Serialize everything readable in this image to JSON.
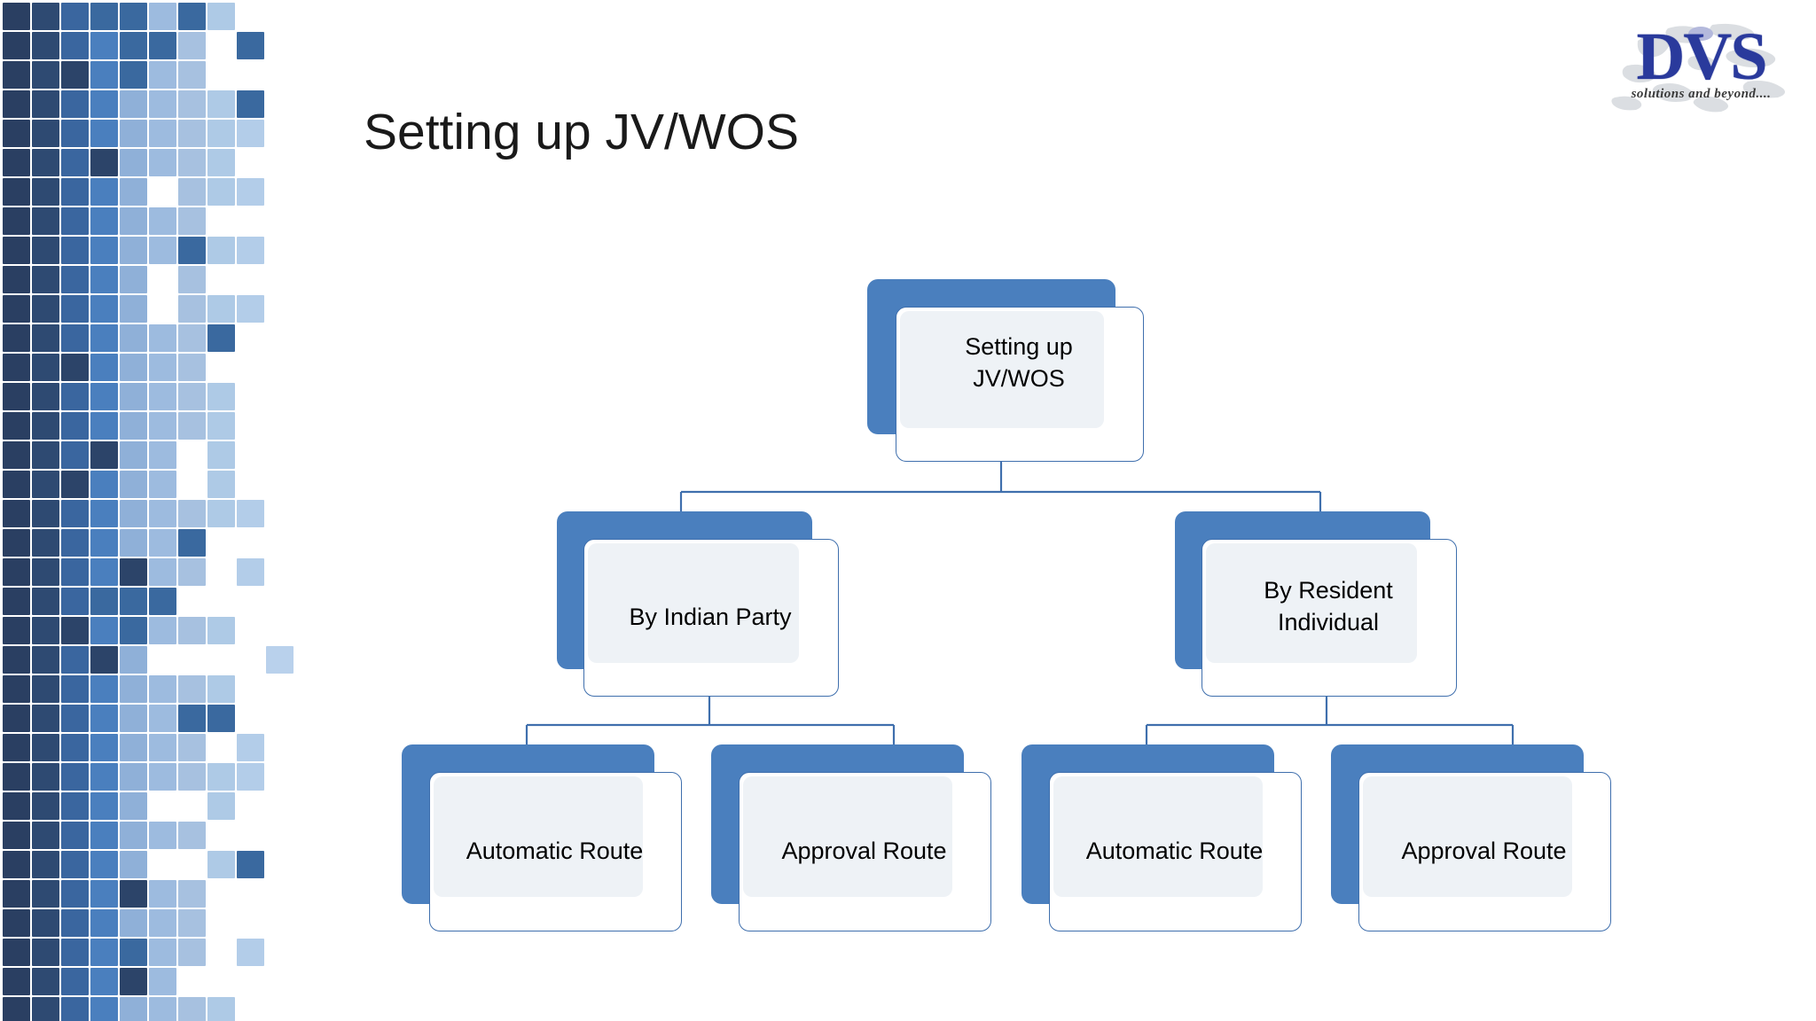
{
  "slide": {
    "title": "Setting up JV/WOS",
    "background_color": "#ffffff"
  },
  "logo": {
    "name": "DVS",
    "tagline": "solutions and beyond....",
    "color": "#2a3a9c"
  },
  "colors": {
    "accent_blue": "#4a7fbe",
    "border_blue": "#3f6fad",
    "inner_fill": "#eef2f6",
    "mosaic_dark": "#2c4469",
    "mosaic_mid": "#4a7fbe",
    "mosaic_light": "#a7c1e0",
    "text": "#000000"
  },
  "chart_data": {
    "type": "diagram",
    "diagram_type": "organization-tree",
    "title": "Setting up JV/WOS",
    "levels": 3,
    "nodes": [
      {
        "id": "root",
        "label": "Setting up\nJV/WOS",
        "level": 0,
        "parent": null
      },
      {
        "id": "indian",
        "label": "By Indian Party",
        "level": 1,
        "parent": "root"
      },
      {
        "id": "resident",
        "label": "By Resident\nIndividual",
        "level": 1,
        "parent": "root"
      },
      {
        "id": "ip-auto",
        "label": "Automatic Route",
        "level": 2,
        "parent": "indian"
      },
      {
        "id": "ip-appr",
        "label": "Approval Route",
        "level": 2,
        "parent": "indian"
      },
      {
        "id": "ri-auto",
        "label": "Automatic Route",
        "level": 2,
        "parent": "resident"
      },
      {
        "id": "ri-appr",
        "label": "Approval Route",
        "level": 2,
        "parent": "resident"
      }
    ],
    "edges": [
      {
        "from": "root",
        "to": "indian"
      },
      {
        "from": "root",
        "to": "resident"
      },
      {
        "from": "indian",
        "to": "ip-auto"
      },
      {
        "from": "indian",
        "to": "ip-appr"
      },
      {
        "from": "resident",
        "to": "ri-auto"
      },
      {
        "from": "resident",
        "to": "ri-appr"
      }
    ]
  },
  "nodes": {
    "root": {
      "label": "Setting up\nJV/WOS"
    },
    "indian": {
      "label": "By Indian Party"
    },
    "resident": {
      "label": "By Resident\nIndividual"
    },
    "ip_auto": {
      "label": "Automatic Route"
    },
    "ip_appr": {
      "label": "Approval Route"
    },
    "ri_auto": {
      "label": "Automatic Route"
    },
    "ri_appr": {
      "label": "Approval Route"
    }
  }
}
